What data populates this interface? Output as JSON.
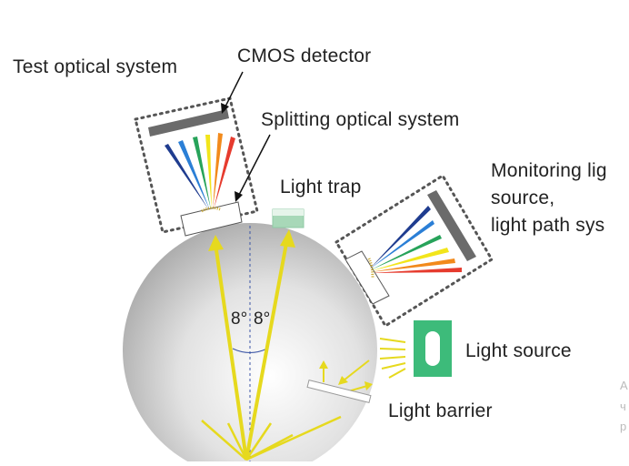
{
  "labels": {
    "test_optical_system": "Test optical system",
    "cmos_detector": "CMOS detector",
    "splitting_optical_system": "Splitting optical system",
    "light_trap": "Light trap",
    "monitoring_line1": "Monitoring lig",
    "monitoring_line2": "source,",
    "monitoring_line3": "light path sys",
    "light_source": "Light source",
    "light_barrier": "Light barrier",
    "angle_left": "8°",
    "angle_right": "8°"
  },
  "edge_text": [
    "A",
    "ч",
    "р"
  ],
  "colors": {
    "ray_yellow": "#e6d91e",
    "detector_gray": "#6b6b6b",
    "light_source_green": "#3dbb7a",
    "light_trap_green": "#a8d8b8",
    "dash_blue": "#3b55a6",
    "spectrum": [
      "#1f3c8f",
      "#2b7fd6",
      "#27a35a",
      "#f2e51b",
      "#f28a1c",
      "#e63b2e"
    ]
  }
}
